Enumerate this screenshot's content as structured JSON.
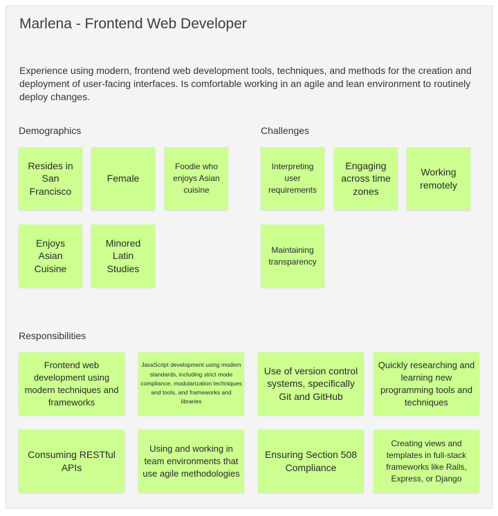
{
  "title": "Marlena - Frontend Web Developer",
  "description": "Experience using modern, frontend web development tools, techniques, and methods for the creation and deployment of user-facing interfaces. Is comfortable working in an agile and lean environment to routinely deploy changes.",
  "note_color": "#ccff90",
  "demographics": {
    "label": "Demographics",
    "notes": [
      "Resides in San Francisco",
      "Female",
      "Foodie who enjoys Asian cuisine",
      "Enjoys Asian Cuisine",
      "Minored Latin Studies"
    ]
  },
  "challenges": {
    "label": "Challenges",
    "notes": [
      "Interpreting user requirements",
      "Engaging across time zones",
      "Working remotely",
      "Maintaining transparency"
    ]
  },
  "responsibilities": {
    "label": "Responsibilities",
    "notes": [
      "Frontend web development using modern techniques and frameworks",
      "JavaScript development using modern standards, including strict mode compliance, modularization techniques and tools, and frameworks and libraries",
      "Use of version control systems, specifically Git and GitHub",
      "Quickly researching and learning new programming tools and techniques",
      "Consuming RESTful APIs",
      "Using and working in team environments that use agile methodologies",
      "Ensuring Section 508 Compliance",
      "Creating views and templates in full-stack frameworks like Rails, Express, or Django"
    ]
  }
}
